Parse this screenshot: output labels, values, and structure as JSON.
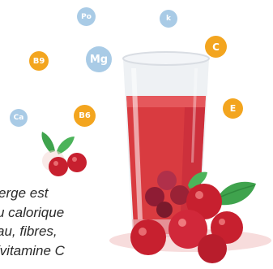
{
  "nutrient_badges": [
    {
      "id": "po",
      "label": "Po",
      "color": "#a9cbe6"
    },
    {
      "id": "k",
      "label": "k",
      "color": "#a9cbe6"
    },
    {
      "id": "b9",
      "label": "B9",
      "color": "#f3a51f"
    },
    {
      "id": "mg",
      "label": "Mg",
      "color": "#a9cbe6"
    },
    {
      "id": "c",
      "label": "C",
      "color": "#f3a51f"
    },
    {
      "id": "e",
      "label": "E",
      "color": "#f3a51f"
    },
    {
      "id": "ca",
      "label": "Ca",
      "color": "#a9cbe6"
    },
    {
      "id": "b6",
      "label": "B6",
      "color": "#f3a51f"
    }
  ],
  "caption": {
    "line1": "erge est",
    "line2": "u calorique",
    "line3": "au, fibres,",
    "line4": "(vitamine C"
  },
  "colors": {
    "juice": "#d93b40",
    "berry": "#c7202f",
    "leaf": "#3fa34d",
    "glass": "#d9dde3"
  }
}
